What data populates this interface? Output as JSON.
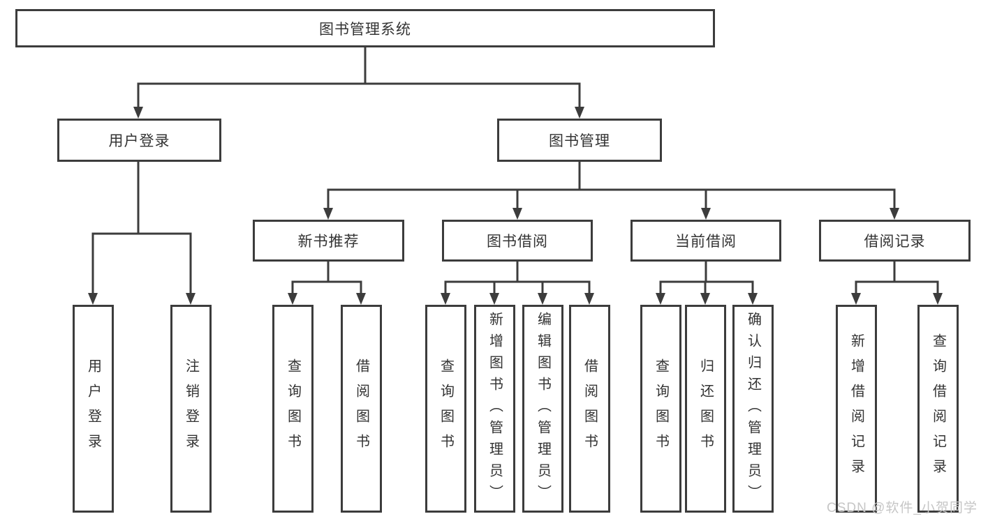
{
  "diagram": {
    "root": {
      "label": "图书管理系统"
    },
    "branches": [
      {
        "label": "用户登录",
        "children": [
          {
            "label": "用户登录"
          },
          {
            "label": "注销登录"
          }
        ]
      },
      {
        "label": "图书管理",
        "children": [
          {
            "label": "新书推荐",
            "children": [
              {
                "label": "查询图书"
              },
              {
                "label": "借阅图书"
              }
            ]
          },
          {
            "label": "图书借阅",
            "children": [
              {
                "label": "查询图书"
              },
              {
                "label": "新增图书（管理员）"
              },
              {
                "label": "编辑图书（管理员）"
              },
              {
                "label": "借阅图书"
              }
            ]
          },
          {
            "label": "当前借阅",
            "children": [
              {
                "label": "查询图书"
              },
              {
                "label": "归还图书"
              },
              {
                "label": "确认归还（管理员）"
              }
            ]
          },
          {
            "label": "借阅记录",
            "children": [
              {
                "label": "新增借阅记录"
              },
              {
                "label": "查询借阅记录"
              }
            ]
          }
        ]
      }
    ],
    "colors": {
      "line": "#3c3c3c",
      "text": "#333333",
      "background": "#ffffff"
    }
  },
  "watermark": {
    "text": "CSDN @软件_小贺同学",
    "color": "#c6c6c6"
  }
}
